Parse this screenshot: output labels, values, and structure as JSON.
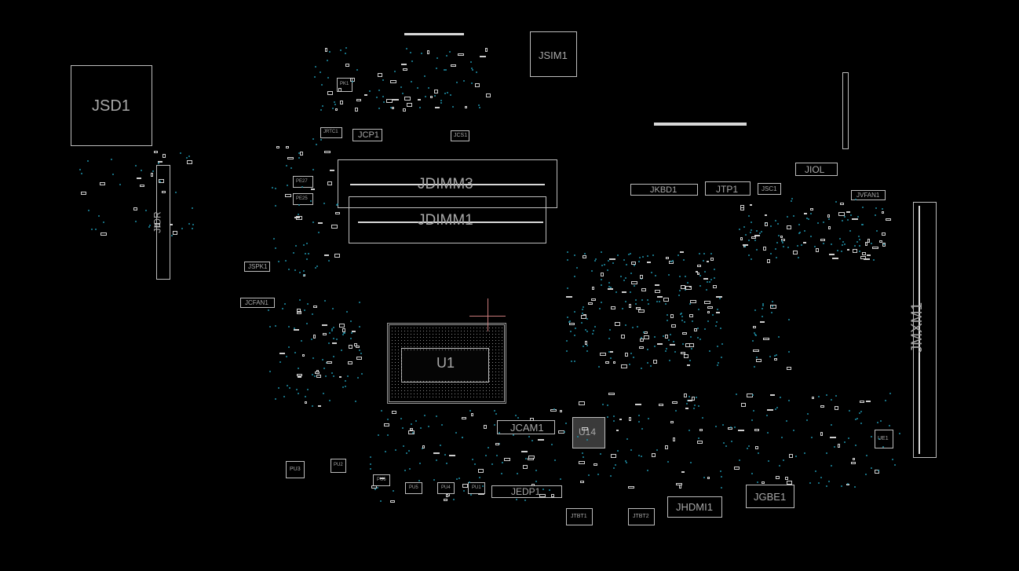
{
  "board": {
    "background": "#000000",
    "outline_color": "#bdbdbd",
    "via_color": "#1e8fa6",
    "cursor_color": "#c87a7a"
  },
  "components": {
    "jsd1": "JSD1",
    "jior": "JIOR",
    "jcp1": "JCP1",
    "jrtc1": "JRTC1",
    "jcs1": "JCS1",
    "jsim1": "JSIM1",
    "jdimm3": "JDIMM3",
    "jdimm1": "JDIMM1",
    "jkbd1": "JKBD1",
    "jtp1": "JTP1",
    "jsc1": "JSC1",
    "jiol": "JIOL",
    "jvfan1": "JVFAN1",
    "jmxm1": "JMXM1",
    "jspk1": "JSPK1",
    "jcfan1": "JCFAN1",
    "u1": "U1",
    "u14": "U14",
    "ue1": "UE1",
    "jcam1": "JCAM1",
    "jedp1": "JEDP1",
    "jhdmi1": "JHDMI1",
    "jgbe1": "JGBE1",
    "jtbt1": "JTBT1",
    "jtbt2": "JTBT2",
    "pu3": "PU3",
    "pu2": "PU2",
    "pu6": "PU6",
    "pu5": "PU5",
    "pu4": "PU4",
    "pu1": "PU1",
    "pe27": "PE27",
    "pe25": "PE25",
    "pk1": "PK1"
  }
}
